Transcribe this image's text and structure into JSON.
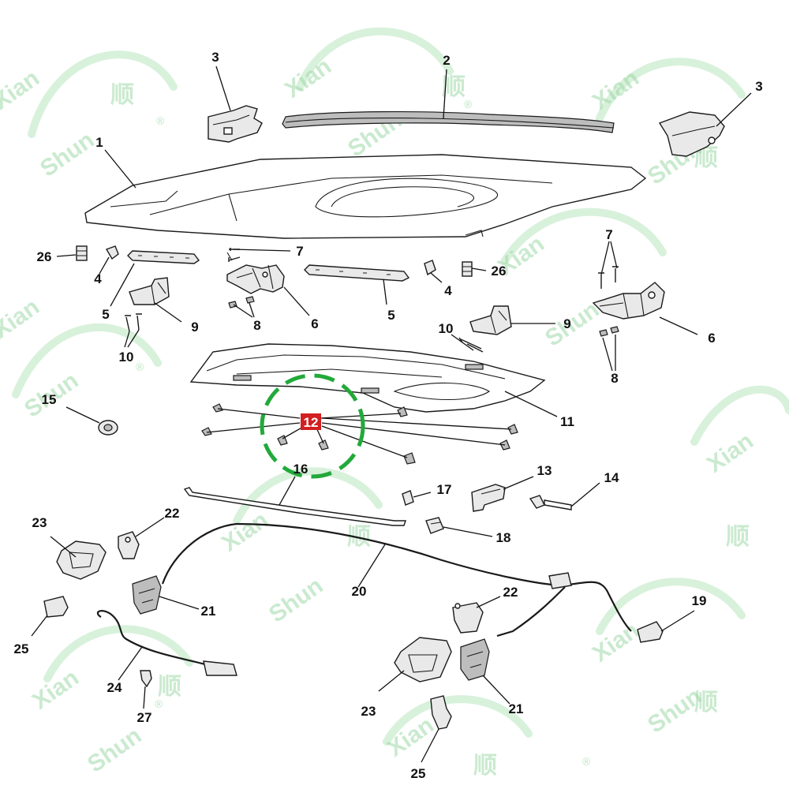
{
  "watermark": {
    "text_a": "Xian",
    "text_b": "Shun",
    "glyph": "顺",
    "registered": "®"
  },
  "callouts": {
    "c1": "1",
    "c2": "2",
    "c3a": "3",
    "c3b": "3",
    "c4a": "4",
    "c4b": "4",
    "c5a": "5",
    "c5b": "5",
    "c6a": "6",
    "c6b": "6",
    "c7a": "7",
    "c7b": "7",
    "c8a": "8",
    "c8b": "8",
    "c9a": "9",
    "c9b": "9",
    "c10a": "10",
    "c10b": "10",
    "c11": "11",
    "c12": "12",
    "c13": "13",
    "c14": "14",
    "c15": "15",
    "c16": "16",
    "c17": "17",
    "c18": "18",
    "c19": "19",
    "c20": "20",
    "c21a": "21",
    "c21b": "21",
    "c22a": "22",
    "c22b": "22",
    "c23a": "23",
    "c23b": "23",
    "c24": "24",
    "c25a": "25",
    "c25b": "25",
    "c26a": "26",
    "c26b": "26",
    "c27": "27"
  },
  "highlight": {
    "part_number": "12",
    "circle_color": "#22a93a",
    "label_color": "#d21f1f"
  }
}
